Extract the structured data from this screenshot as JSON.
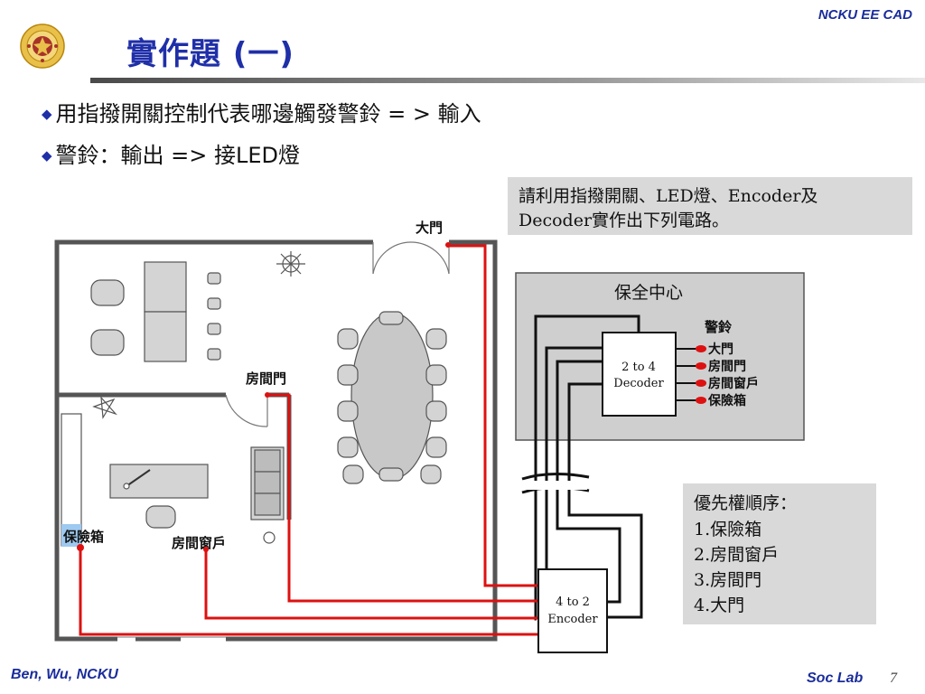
{
  "header": {
    "brand": "NCKU EE CAD",
    "title": "實作題 (一)"
  },
  "bullets": [
    {
      "text": "用指撥開關控制代表哪邊觸發警鈴 = > 輸入"
    },
    {
      "text": "警鈴：輸出 => 接LED燈"
    }
  ],
  "diagram": {
    "instruction_line1": "請利用指撥開關、LED燈、Encoder及",
    "instruction_line2": "Decoder實作出下列電路。",
    "door_main": "大門",
    "door_room": "房間門",
    "window_room": "房間窗戶",
    "safe": "保險箱",
    "security_center": "保全中心",
    "alarm": "警鈴",
    "decoder_line1": "2 to 4",
    "decoder_line2": "Decoder",
    "encoder_line1": "4 to 2",
    "encoder_line2": "Encoder",
    "led_labels": [
      "大門",
      "房間門",
      "房間窗戶",
      "保險箱"
    ],
    "priority": {
      "title": "優先權順序：",
      "items": [
        "1.保險箱",
        "2.房間窗戶",
        "3.房間門",
        "4.大門"
      ]
    },
    "colors": {
      "wire": "#dd1111",
      "led": "#dd1111",
      "center_bg": "#cfcfcf",
      "note_bg": "#d9d9d9"
    }
  },
  "footer": {
    "author": "Ben, Wu, NCKU",
    "lab": "Soc Lab",
    "page": "7"
  }
}
